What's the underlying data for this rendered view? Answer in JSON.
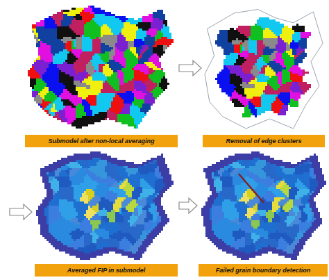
{
  "diagram": {
    "nodes": [
      {
        "text": [
          "Submodel after non-local averaging"
        ]
      },
      {
        "text": [
          "Removal of edge clusters"
        ]
      },
      {
        "text": [
          "Averaged FIP in submodel"
        ]
      },
      {
        "text": [
          "Failed grain boundary detection"
        ]
      }
    ],
    "edges": [
      {
        "from": 0,
        "to": 1,
        "arrow": "to"
      },
      {
        "from": 2,
        "to": 3,
        "arrow": "to"
      }
    ]
  }
}
